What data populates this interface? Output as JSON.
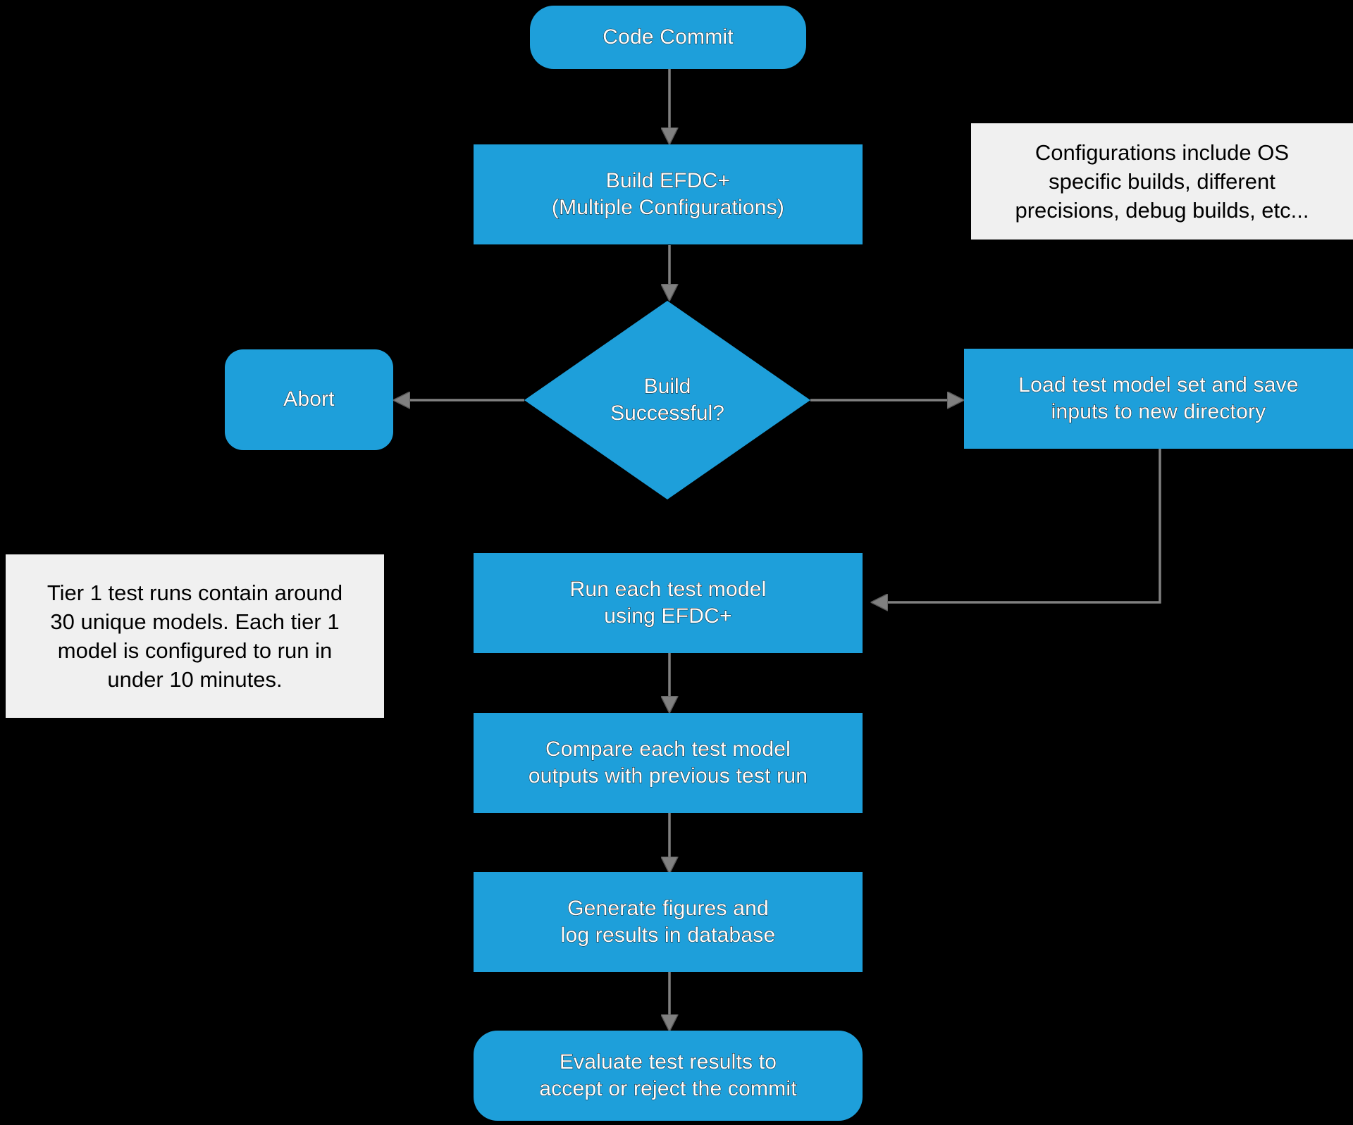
{
  "diagram": {
    "title": "EFDC+ automated testing workflow flowchart",
    "background_color": "#000000",
    "node_fill_color": "#1E9FDA",
    "node_text_color": "#FFFFFF",
    "note_fill_color": "#F0F0F0",
    "note_text_color": "#000000",
    "edge_color": "#808080"
  },
  "nodes": {
    "code_commit": {
      "label": "Code Commit",
      "shape": "rounded-terminator"
    },
    "build_efdc": {
      "label": "Build EFDC+\n(Multiple Configurations)",
      "shape": "rectangle"
    },
    "build_successful": {
      "label": "Build\nSuccessful?",
      "shape": "diamond"
    },
    "abort": {
      "label": "Abort",
      "shape": "rounded-rectangle"
    },
    "load_test_model": {
      "label": "Load test model set and save\ninputs to new directory",
      "shape": "rectangle"
    },
    "run_each_test": {
      "label": "Run each test model\nusing EFDC+",
      "shape": "rectangle"
    },
    "compare_outputs": {
      "label": "Compare each test model\noutputs with previous test run",
      "shape": "rectangle"
    },
    "generate_figures": {
      "label": "Generate figures and\nlog results in database",
      "shape": "rectangle"
    },
    "evaluate_results": {
      "label": "Evaluate test results to\naccept or reject the commit",
      "shape": "rounded-terminator"
    }
  },
  "notes": {
    "configurations_note": {
      "text": "Configurations include OS\nspecific builds, different\nprecisions, debug builds, etc..."
    },
    "tier1_note": {
      "text": "Tier 1 test runs contain around\n30 unique models. Each tier 1\nmodel is configured to run in\nunder 10 minutes."
    }
  },
  "edges": [
    {
      "name": "code-commit-to-build",
      "from": "code_commit",
      "to": "build_efdc",
      "label": ""
    },
    {
      "name": "build-to-decision",
      "from": "build_efdc",
      "to": "build_successful",
      "label": ""
    },
    {
      "name": "decision-to-abort",
      "from": "build_successful",
      "to": "abort",
      "label": ""
    },
    {
      "name": "decision-to-load",
      "from": "build_successful",
      "to": "load_test_model",
      "label": ""
    },
    {
      "name": "load-to-run",
      "from": "load_test_model",
      "to": "run_each_test",
      "label": ""
    },
    {
      "name": "run-to-compare",
      "from": "run_each_test",
      "to": "compare_outputs",
      "label": ""
    },
    {
      "name": "compare-to-generate",
      "from": "compare_outputs",
      "to": "generate_figures",
      "label": ""
    },
    {
      "name": "generate-to-evaluate",
      "from": "generate_figures",
      "to": "evaluate_results",
      "label": ""
    }
  ]
}
